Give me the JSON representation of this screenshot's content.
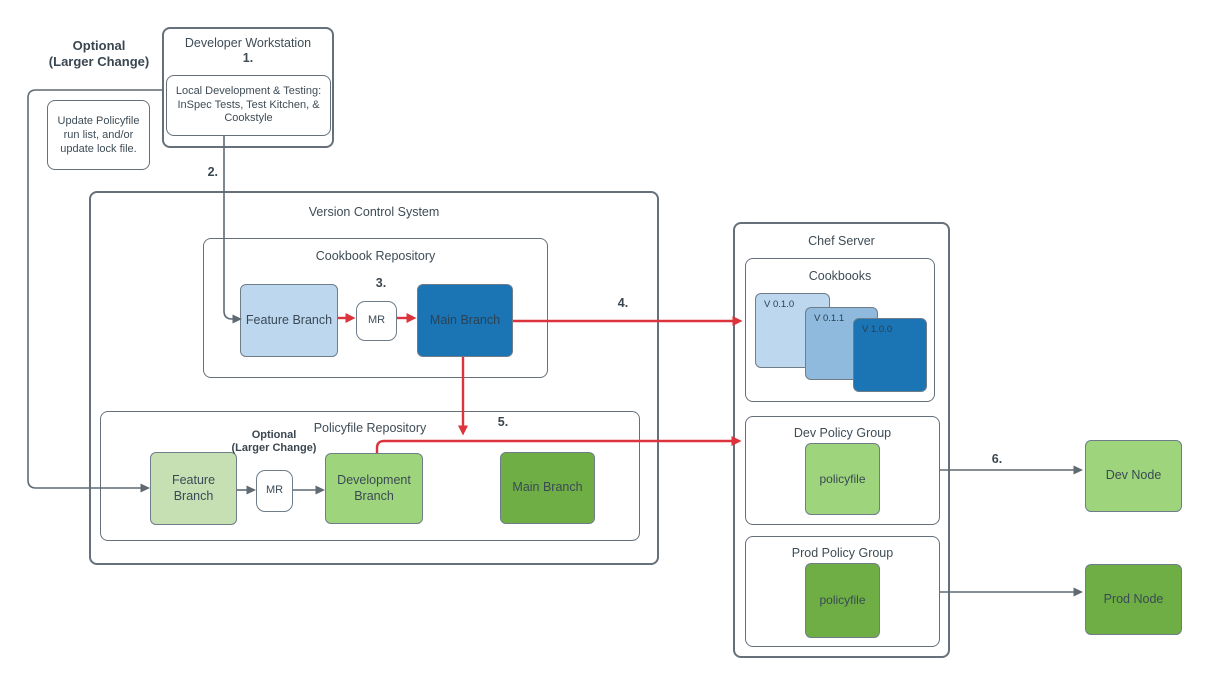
{
  "annotations": {
    "optional_top_line1": "Optional",
    "optional_top_line2": "(Larger Change)",
    "update_note": "Update Policyfile run list, and/or update lock file.",
    "optional_mid_line1": "Optional",
    "optional_mid_line2": "(Larger Change)"
  },
  "steps": {
    "s1": "1.",
    "s2": "2.",
    "s3": "3.",
    "s4": "4.",
    "s5": "5.",
    "s6": "6."
  },
  "developer_workstation": {
    "title": "Developer Workstation",
    "local_testing": "Local Development & Testing: InSpec Tests, Test Kitchen, & Cookstyle"
  },
  "vcs": {
    "title": "Version Control System",
    "cookbook_repo": {
      "title": "Cookbook Repository",
      "feature_branch": "Feature Branch",
      "mr": "MR",
      "main_branch": "Main Branch"
    },
    "policyfile_repo": {
      "title": "Policyfile Repository",
      "feature_branch": "Feature Branch",
      "mr": "MR",
      "development_branch": "Development Branch",
      "main_branch": "Main Branch"
    }
  },
  "chef_server": {
    "title": "Chef Server",
    "cookbooks": {
      "title": "Cookbooks",
      "versions": [
        "V 0.1.0",
        "V 0.1.1",
        "V 1.0.0"
      ]
    },
    "dev_policy_group": {
      "title": "Dev Policy Group",
      "policyfile": "policyfile"
    },
    "prod_policy_group": {
      "title": "Prod Policy Group",
      "policyfile": "policyfile"
    }
  },
  "nodes": {
    "dev": "Dev Node",
    "prod": "Prod Node"
  },
  "colors": {
    "arrow_red": "#dc333c",
    "line_gray": "#5f6a72",
    "light_blue": "#bdd7ee",
    "mid_blue": "#8fbade",
    "dark_blue": "#1b74b4",
    "light_green": "#c6e0b4",
    "mid_green": "#9ed47b",
    "dark_green": "#6fae44"
  }
}
